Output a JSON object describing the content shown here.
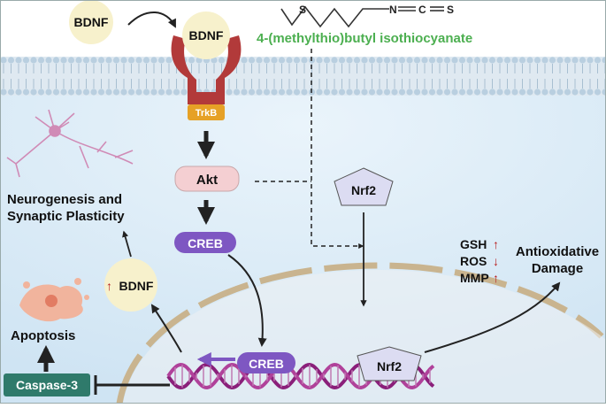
{
  "molecule": {
    "name": "4-(methylthio)butyl isothiocyanate",
    "atom_s1": "S",
    "atom_n": "N",
    "atom_c": "C",
    "atom_s2": "S"
  },
  "nodes": {
    "bdnf_outside": "BDNF",
    "bdnf_receptor": "BDNF",
    "trkb": "TrkB",
    "akt": "Akt",
    "creb": "CREB",
    "creb_dna": "CREB",
    "nrf2": "Nrf2",
    "nrf2_nucleus": "Nrf2",
    "bdnf_up": "BDNF",
    "caspase3": "Caspase-3"
  },
  "outcomes": {
    "neurogenesis_line1": "Neurogenesis and",
    "neurogenesis_line2": "Synaptic Plasticity",
    "apoptosis": "Apoptosis",
    "antioxidative_line1": "Antioxidative",
    "antioxidative_line2": "Damage"
  },
  "markers": [
    {
      "label": "GSH",
      "direction": "up"
    },
    {
      "label": "ROS",
      "direction": "down"
    },
    {
      "label": "MMP",
      "direction": "up"
    }
  ],
  "colors": {
    "membrane": "#d3e3ee",
    "cytoplasm": "#cfe4f3",
    "nucleus_border": "#c9b48f",
    "receptor": "#b23a3a",
    "trkb": "#e6a126",
    "akt": "#f4cfd2",
    "creb": "#7e57c2",
    "nrf2": "#dcdcf2",
    "bdnf": "#f7f1cc",
    "caspase": "#2f7a6b",
    "dna": "#8a1f7a",
    "molecule_label": "#4caf50",
    "arrow_up": "#b71c1c"
  }
}
